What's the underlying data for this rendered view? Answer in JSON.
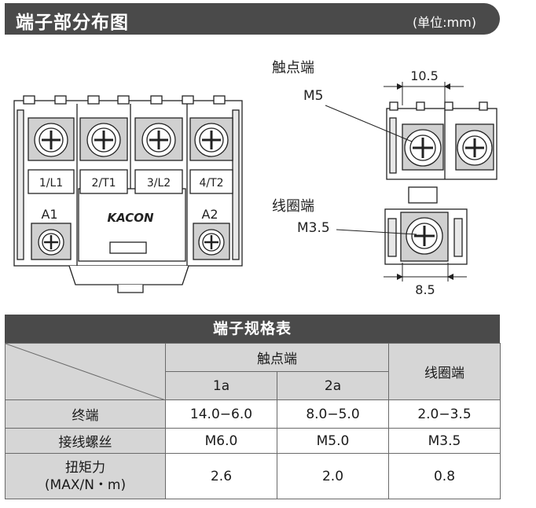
{
  "header": {
    "title": "端子部分布图",
    "unit": "(单位:mm)"
  },
  "diagram": {
    "contact_label": "触点端",
    "contact_screw": "M5",
    "contact_width": "10.5",
    "coil_label": "线圈端",
    "coil_screw": "M3.5",
    "coil_width": "8.5",
    "terminals": [
      "1/L1",
      "2/T1",
      "3/L2",
      "4/T2"
    ],
    "coil_terminals": [
      "A1",
      "A2"
    ],
    "brand": "KACON"
  },
  "spec_table": {
    "title": "端子规格表",
    "group_header": "触点端",
    "col_1a": "1a",
    "col_2a": "2a",
    "col_coil": "线圈端",
    "rows": [
      {
        "label": "终端",
        "label_sub": "",
        "v1": "14.0−6.0",
        "v2": "8.0−5.0",
        "v3": "2.0−3.5"
      },
      {
        "label": "接线螺丝",
        "label_sub": "",
        "v1": "M6.0",
        "v2": "M5.0",
        "v3": "M3.5"
      },
      {
        "label": "扭矩力",
        "label_sub": "(MAX/N・m)",
        "v1": "2.6",
        "v2": "2.0",
        "v3": "0.8"
      }
    ]
  }
}
